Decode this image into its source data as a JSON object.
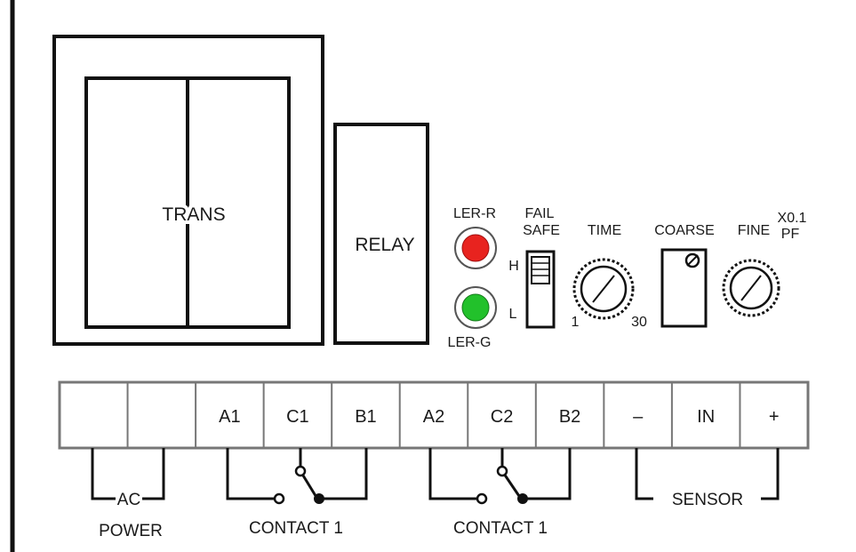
{
  "components": {
    "trans": "TRANS",
    "relay": "RELAY"
  },
  "indicators": {
    "red_led": {
      "label": "LER-R",
      "color": "#e8231f"
    },
    "green_led": {
      "label": "LER-G",
      "color": "#22c12b"
    }
  },
  "fail_safe": {
    "label_line1": "FAIL",
    "label_line2": "SAFE",
    "high": "H",
    "low": "L"
  },
  "time": {
    "label": "TIME",
    "min": "1",
    "max": "30"
  },
  "coarse": {
    "label": "COARSE"
  },
  "fine": {
    "label": "FINE",
    "multiplier": "X0.1",
    "unit": "PF"
  },
  "terminals": [
    "",
    "",
    "A1",
    "C1",
    "B1",
    "A2",
    "C2",
    "B2",
    "–",
    "IN",
    "+"
  ],
  "groups": {
    "ac_line1": "AC",
    "ac_line2": "POWER",
    "contact_left": "CONTACT 1",
    "contact_right": "CONTACT 1",
    "sensor": "SENSOR"
  },
  "colors": {
    "line": "#111111",
    "terminal_border": "#7a7a7a"
  }
}
